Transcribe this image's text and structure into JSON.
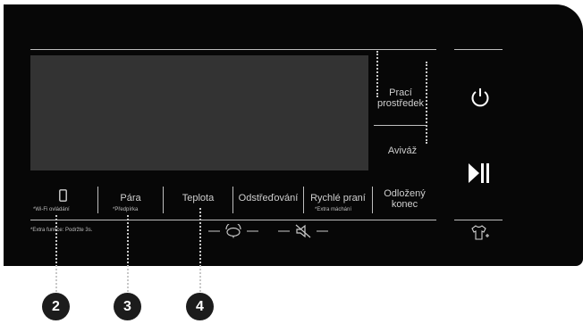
{
  "detergent": {
    "line1": "Prací",
    "line2": "prostředek"
  },
  "softener": {
    "label": "Aviváž"
  },
  "buttons": {
    "wifi": {
      "sub": "*Wi-Fi ovládání",
      "icon": "smartphone-icon"
    },
    "steam": {
      "label": "Pára",
      "sub": "*Předpírka"
    },
    "temperature": {
      "label": "Teplota"
    },
    "spin": {
      "label": "Odstřeďování"
    },
    "quick_wash": {
      "label": "Rychlé praní",
      "sub": "*Extra máchání"
    },
    "delay_end": {
      "line1": "Odložený",
      "line2": "konec"
    }
  },
  "footnote": "*Extra funkce: Podržte 3s.",
  "side": {
    "power_icon": "power-icon",
    "start_pause_icon": "play-pause-icon",
    "shirt_icon": "shirt-plus-icon"
  },
  "lock_icons": [
    "child-lock-icon",
    "mute-icon"
  ],
  "callouts": [
    "2",
    "3",
    "4"
  ]
}
